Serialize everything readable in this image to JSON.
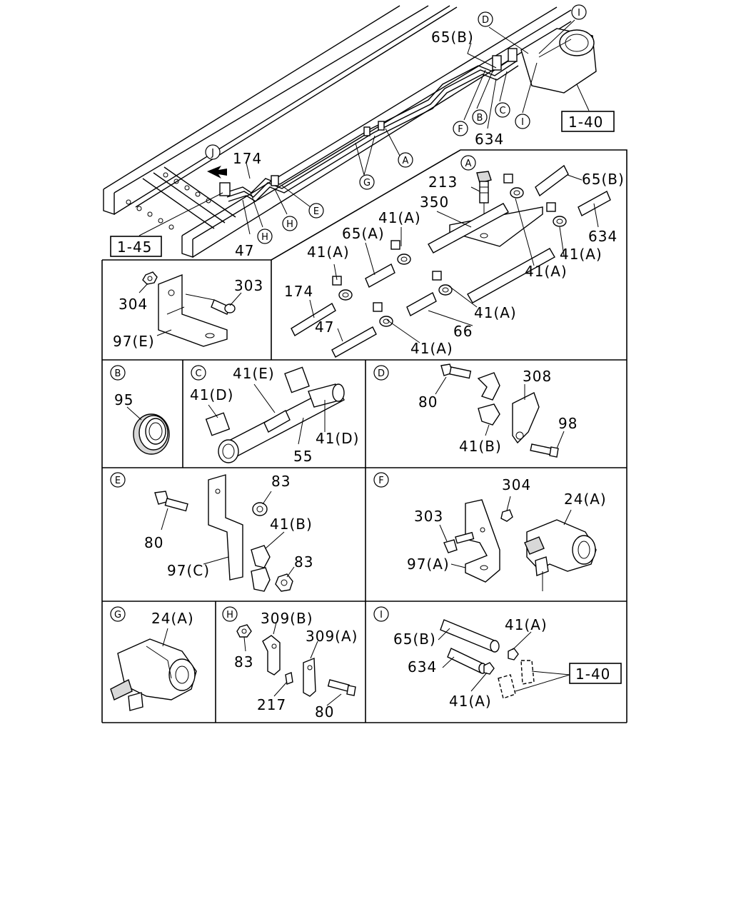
{
  "overview": {
    "callouts": {
      "A": "A",
      "B": "B",
      "C": "C",
      "D": "D",
      "E": "E",
      "F": "F",
      "G": "G",
      "H": "H",
      "I": "I",
      "J": "J"
    },
    "labels": {
      "p65b": "65(B)",
      "p174": "174",
      "p47": "47",
      "p634": "634"
    },
    "refs": {
      "ref_140": "1-40",
      "ref_145": "1-45"
    }
  },
  "detail_A": {
    "letter": "A",
    "labels": {
      "p213": "213",
      "p65b": "65(B)",
      "p350": "350",
      "p41a_1": "41(A)",
      "p65a": "65(A)",
      "p634": "634",
      "p41a_2": "41(A)",
      "p41a_3": "41(A)",
      "p41a_4": "41(A)",
      "p174": "174",
      "p41a_5": "41(A)",
      "p47": "47",
      "p66": "66",
      "p41a_6": "41(A)"
    }
  },
  "detail_E_bracket": {
    "labels": {
      "p304": "304",
      "p303": "303",
      "p97e": "97(E)"
    }
  },
  "detail_B": {
    "letter": "B",
    "labels": {
      "p95": "95"
    }
  },
  "detail_C": {
    "letter": "C",
    "labels": {
      "p41e": "41(E)",
      "p41d_1": "41(D)",
      "p41d_2": "41(D)",
      "p55": "55"
    }
  },
  "detail_D": {
    "letter": "D",
    "labels": {
      "p308": "308",
      "p80": "80",
      "p98": "98",
      "p41b": "41(B)"
    }
  },
  "detail_E": {
    "letter": "E",
    "labels": {
      "p83_1": "83",
      "p80": "80",
      "p41b": "41(B)",
      "p97c": "97(C)",
      "p83_2": "83"
    }
  },
  "detail_F": {
    "letter": "F",
    "labels": {
      "p304": "304",
      "p24a": "24(A)",
      "p303": "303",
      "p97a": "97(A)"
    }
  },
  "detail_G": {
    "letter": "G",
    "labels": {
      "p24a": "24(A)"
    }
  },
  "detail_H": {
    "letter": "H",
    "labels": {
      "p309b": "309(B)",
      "p309a": "309(A)",
      "p83": "83",
      "p217": "217",
      "p80": "80"
    }
  },
  "detail_I": {
    "letter": "I",
    "labels": {
      "p41a_1": "41(A)",
      "p65b": "65(B)",
      "p634": "634",
      "ref_140": "1-40",
      "p41a_2": "41(A)"
    }
  }
}
